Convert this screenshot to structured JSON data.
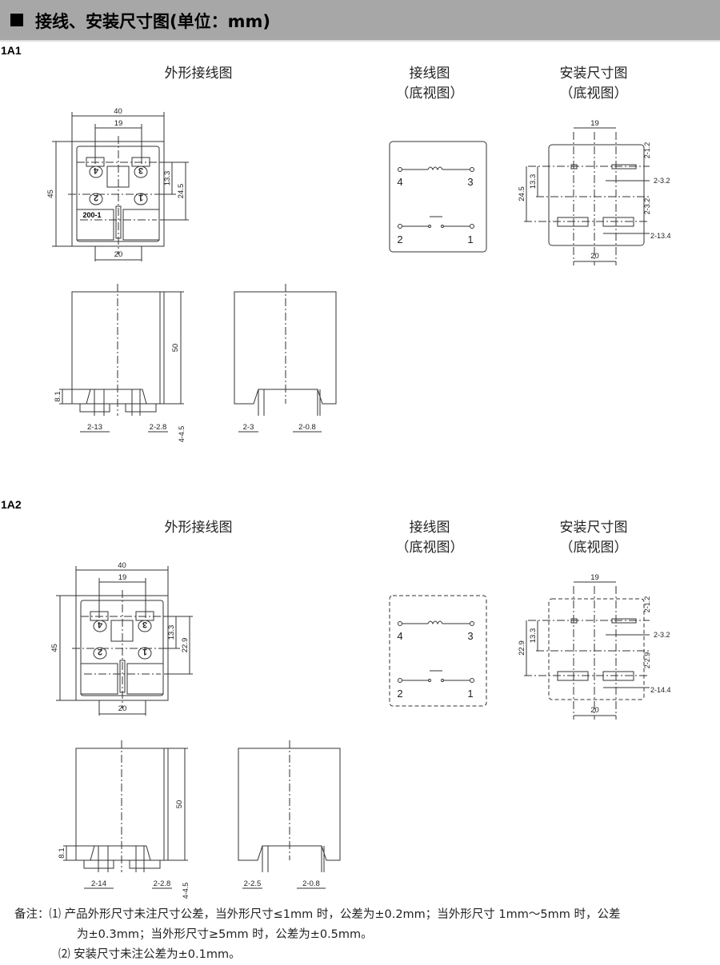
{
  "header": {
    "title": "接线、安装尺寸图(单位：mm)",
    "bullet_icon": "black-square"
  },
  "sections": [
    {
      "id": "1A1",
      "dashed_bottom_views": false,
      "titles": {
        "outline": "外形接线图",
        "wiring": "接线图",
        "wiring_sub": "（底视图）",
        "mount": "安装尺寸图",
        "mount_sub": "（底视图）"
      },
      "front": {
        "width": "40",
        "pitch": "19",
        "height": "45",
        "d1": "13.3",
        "d2": "24.5",
        "bottom": "20",
        "marking": "200-1",
        "pins": [
          "4",
          "3",
          "2",
          "1"
        ]
      },
      "wiring": {
        "pins": [
          "4",
          "3",
          "2",
          "1"
        ]
      },
      "mount": {
        "top": "19",
        "hole": "2-1.2",
        "slot_w": "2-3.2",
        "gap": "2-3.2",
        "slot_len": "2-13.4",
        "d1": "13.3",
        "d2": "24.5",
        "bottom": "20"
      },
      "side": {
        "height": "50",
        "base": "8.1",
        "a": "2-13",
        "b": "2-2.8",
        "c": "4-4.5"
      },
      "side2": {
        "a": "2-3",
        "b": "2-0.8"
      }
    },
    {
      "id": "1A2",
      "dashed_bottom_views": true,
      "titles": {
        "outline": "外形接线图",
        "wiring": "接线图",
        "wiring_sub": "（底视图）",
        "mount": "安装尺寸图",
        "mount_sub": "（底视图）"
      },
      "front": {
        "width": "40",
        "pitch": "19",
        "height": "45",
        "d1": "13.3",
        "d2": "22.9",
        "bottom": "20",
        "marking": "",
        "pins": [
          "4",
          "3",
          "2",
          "1"
        ]
      },
      "wiring": {
        "pins": [
          "4",
          "3",
          "2",
          "1"
        ]
      },
      "mount": {
        "top": "19",
        "hole": "2-1.2",
        "slot_w": "2-3.2",
        "gap": "2-2.9",
        "slot_len": "2-14.4",
        "d1": "13.3",
        "d2": "22.9",
        "bottom": "20"
      },
      "side": {
        "height": "50",
        "base": "8.1",
        "a": "2-14",
        "b": "2-2.8",
        "c": "4-4.5"
      },
      "side2": {
        "a": "2-2.5",
        "b": "2-0.8"
      }
    }
  ],
  "notes": {
    "label": "备注：",
    "n1_line1": "⑴ 产品外形尺寸未注尺寸公差，当外形尺寸≤1mm 时，公差为±0.2mm；当外形尺寸 1mm～5mm 时，公差",
    "n1_line2": "为±0.3mm；当外形尺寸≥5mm 时，公差为±0.5mm。",
    "n2": "⑵ 安装尺寸未注公差为±0.1mm。"
  }
}
